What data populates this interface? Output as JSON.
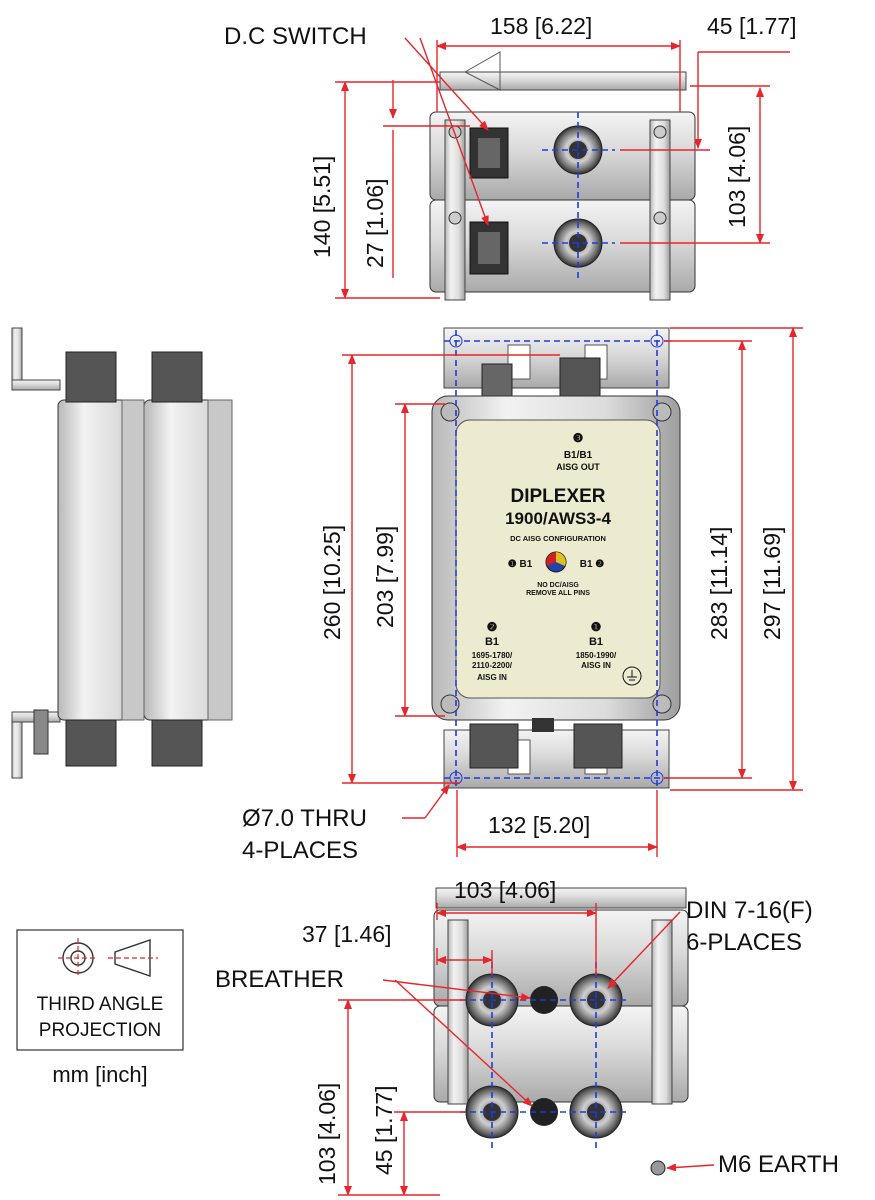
{
  "labels": {
    "dc_switch": "D.C SWITCH",
    "thru": "Ø7.0 THRU",
    "places4": "4-PLACES",
    "din": "DIN 7-16(F)",
    "places6": "6-PLACES",
    "breather": "BREATHER",
    "earth": "M6 EARTH",
    "third_angle_1": "THIRD ANGLE",
    "third_angle_2": "PROJECTION",
    "units": "mm [inch]"
  },
  "dims": {
    "w158": "158 [6.22]",
    "d45_top": "45 [1.77]",
    "h140": "140 [5.51]",
    "d27": "27 [1.06]",
    "d103_top": "103 [4.06]",
    "h260": "260 [10.25]",
    "h203": "203 [7.99]",
    "h283": "283 [11.14]",
    "h297": "297 [11.69]",
    "w132": "132 [5.20]",
    "w103_bot": "103 [4.06]",
    "d37": "37 [1.46]",
    "h103_bot": "103 [4.06]",
    "d45_bot": "45 [1.77]"
  },
  "plate": {
    "port3_num": "❸",
    "port3_name": "B1/B1",
    "port3_sub": "AISG OUT",
    "title1": "DIPLEXER",
    "title2": "1900/AWS3-4",
    "config": "DC AISG CONFIGURATION",
    "cfg_left": "❶ B1",
    "cfg_right": "B1 ❷",
    "note1": "NO DC/AISG",
    "note2": "REMOVE ALL PINS",
    "port2_num": "❷",
    "port2_name": "B1",
    "port2_f1": "1695-1780/",
    "port2_f2": "2110-2200/",
    "port2_f3": "AISG IN",
    "port1_num": "❶",
    "port1_name": "B1",
    "port1_f1": "1850-1990/",
    "port1_f2": "AISG IN"
  }
}
